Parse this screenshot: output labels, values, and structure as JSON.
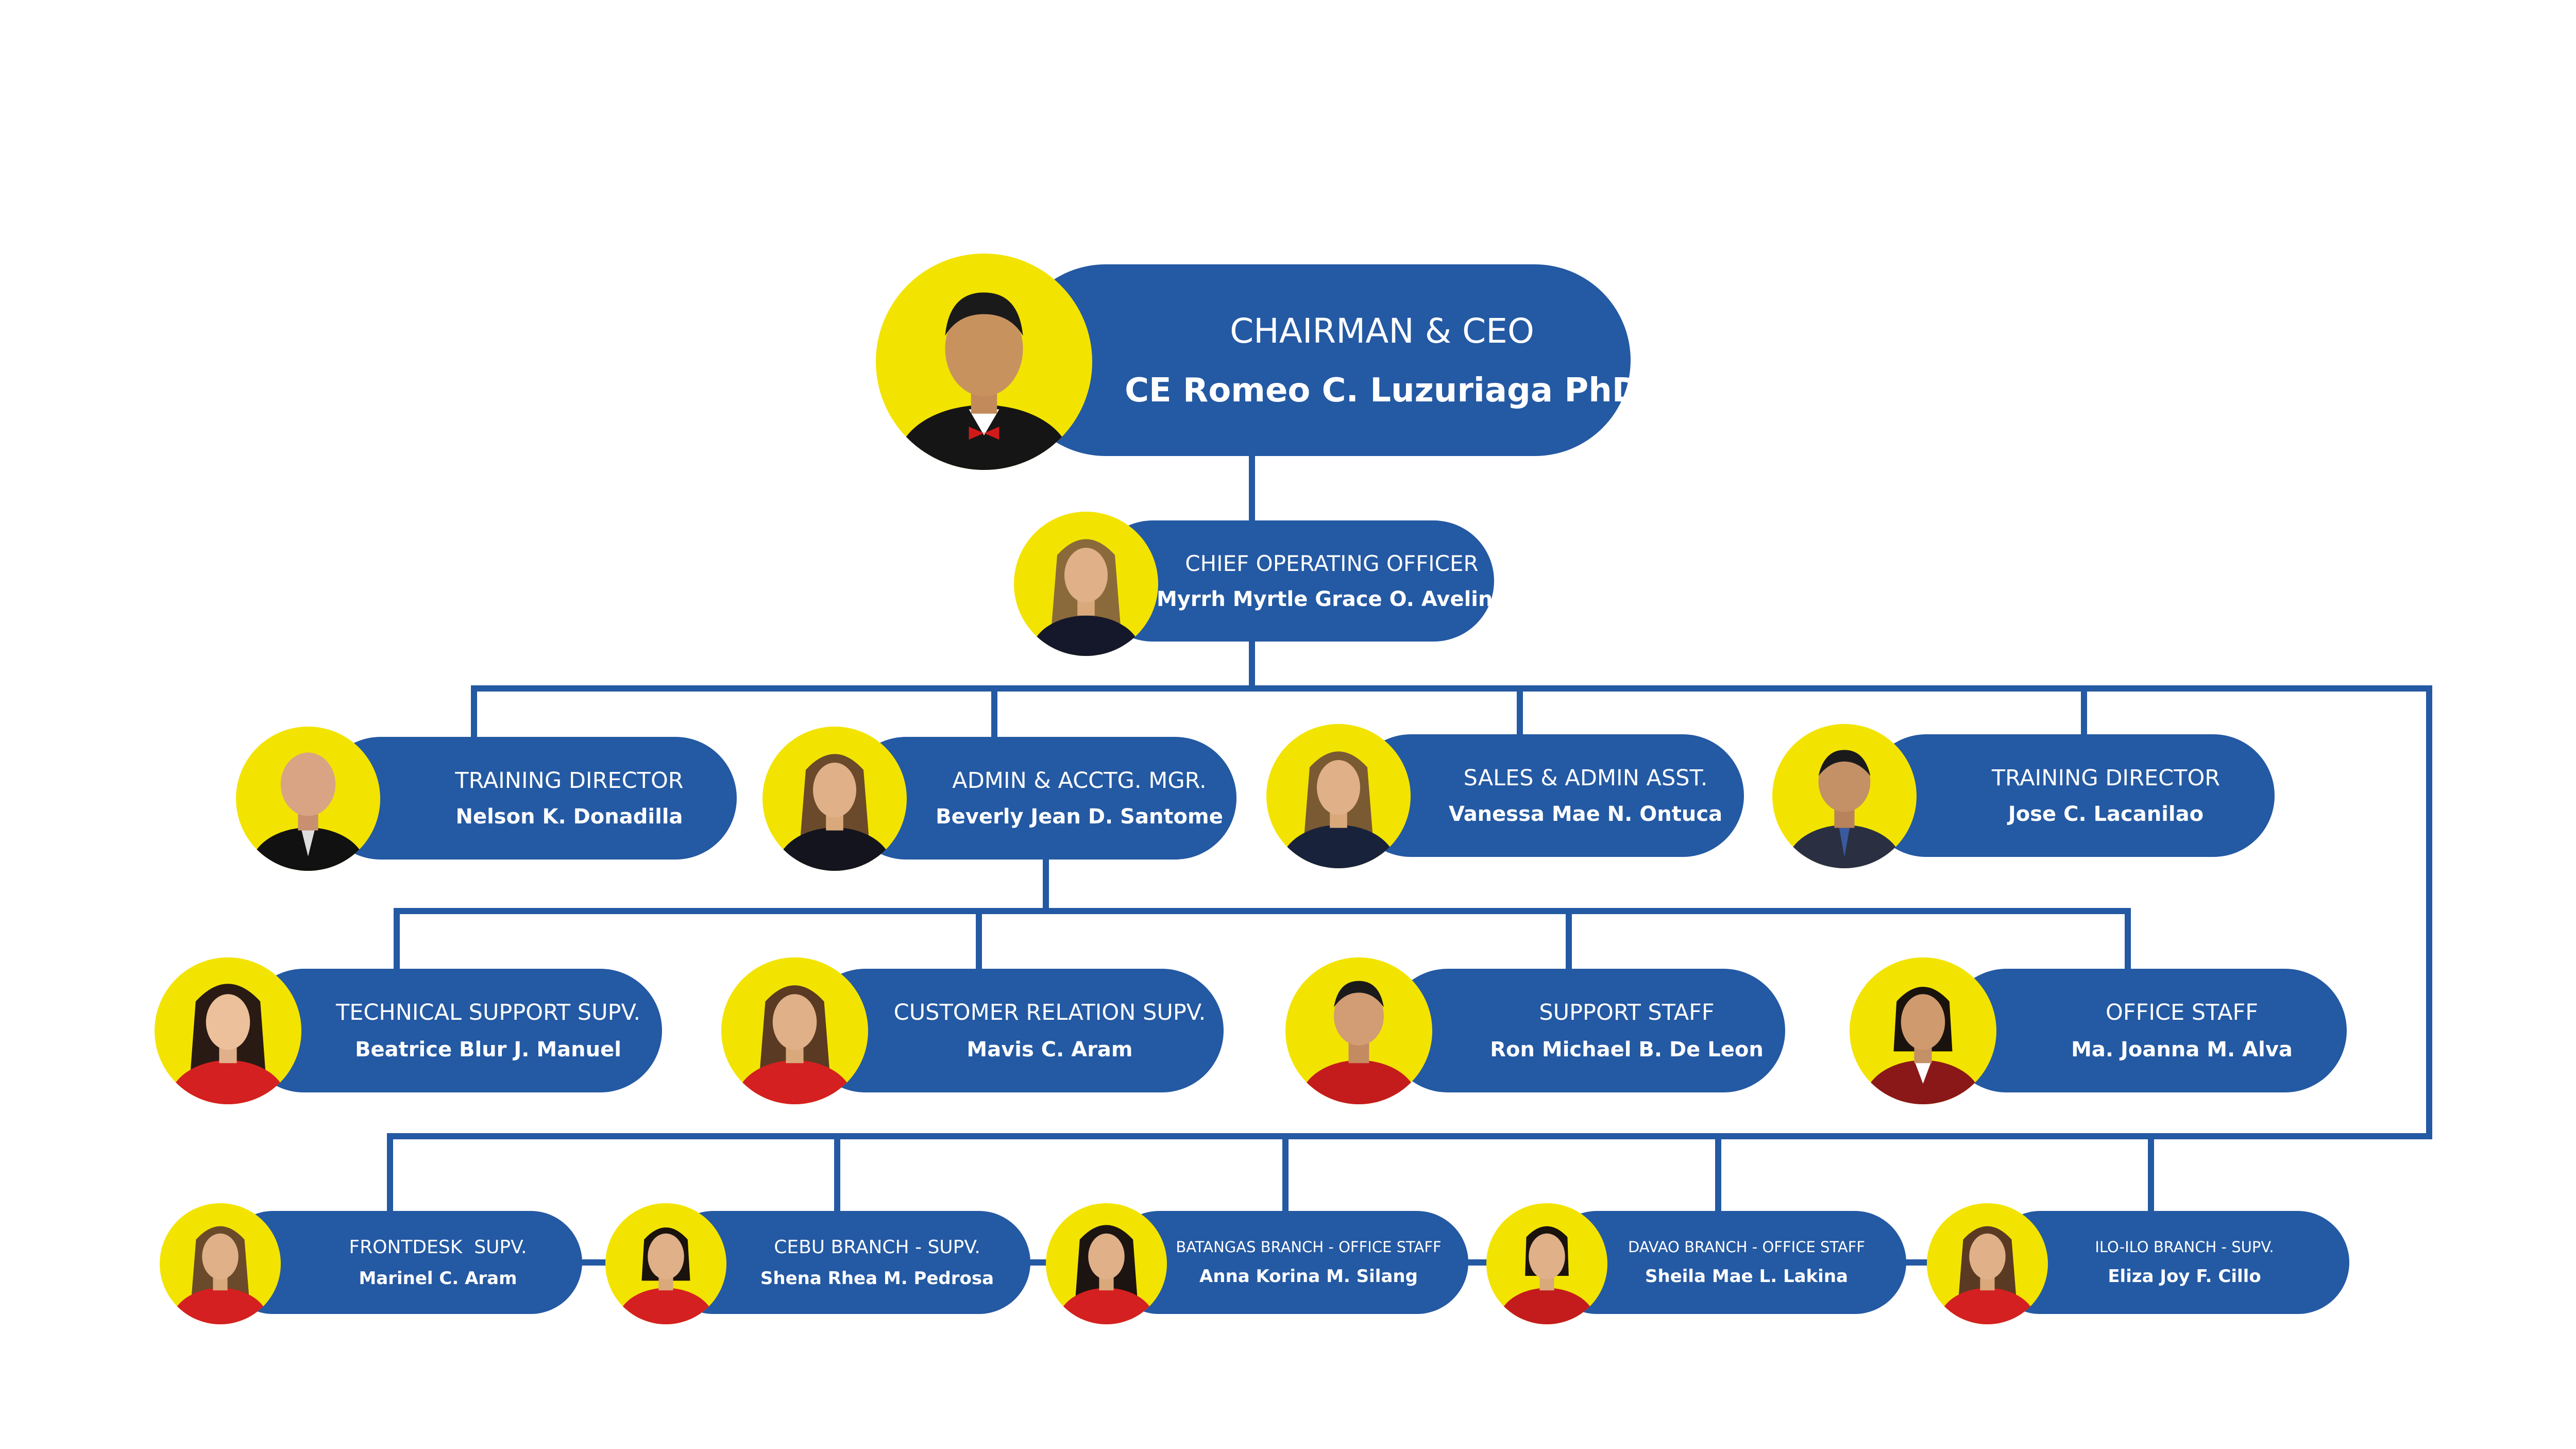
{
  "colors": {
    "pill": "#2459a3",
    "avatar_bg": "#f2e400",
    "connector": "#2459a3",
    "background": "#ffffff"
  },
  "ceo": {
    "title": "CHAIRMAN & CEO",
    "name": "CE Romeo C. Luzuriaga PhD",
    "icon": "person-photo"
  },
  "coo": {
    "title": "CHIEF OPERATING OFFICER",
    "name": "Myrrh Myrtle Grace O. Avelino",
    "icon": "person-photo"
  },
  "level3": [
    {
      "title": "TRAINING DIRECTOR",
      "name": "Nelson K. Donadilla"
    },
    {
      "title": "ADMIN & ACCTG. MGR.",
      "name": "Beverly Jean D. Santome"
    },
    {
      "title": "SALES & ADMIN ASST.",
      "name": "Vanessa Mae N. Ontuca"
    },
    {
      "title": "TRAINING DIRECTOR",
      "name": "Jose C. Lacanilao"
    }
  ],
  "level4": [
    {
      "title": "TECHNICAL SUPPORT SUPV.",
      "name": "Beatrice Blur J. Manuel"
    },
    {
      "title": "CUSTOMER RELATION SUPV.",
      "name": "Mavis C. Aram"
    },
    {
      "title": "SUPPORT STAFF",
      "name": "Ron Michael B. De Leon"
    },
    {
      "title": "OFFICE STAFF",
      "name": "Ma. Joanna M. Alva"
    }
  ],
  "level5": [
    {
      "title": "FRONTDESK  SUPV.",
      "name": "Marinel C. Aram"
    },
    {
      "title": "CEBU BRANCH - SUPV.",
      "name": "Shena Rhea M. Pedrosa"
    },
    {
      "title": "BATANGAS BRANCH - OFFICE STAFF",
      "name": "Anna Korina M. Silang"
    },
    {
      "title": "DAVAO BRANCH - OFFICE STAFF",
      "name": "Sheila Mae L. Lakina"
    },
    {
      "title": "ILO-ILO BRANCH - SUPV.",
      "name": "Eliza Joy F. Cillo"
    }
  ]
}
